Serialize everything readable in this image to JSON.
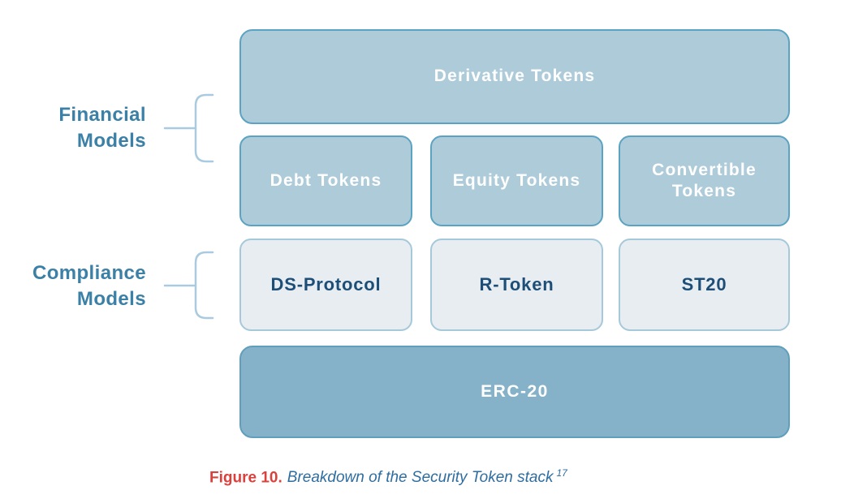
{
  "figure": {
    "caption_label": "Figure 10.",
    "caption_text": "Breakdown of the Security Token stack",
    "caption_footnote": "17"
  },
  "groups": {
    "financial": {
      "line1": "Financial",
      "line2": "Models"
    },
    "compliance": {
      "line1": "Compliance",
      "line2": "Models"
    }
  },
  "stack": {
    "derivative": "Derivative Tokens",
    "financial_tokens": [
      "Debt Tokens",
      "Equity Tokens",
      "Convertible Tokens"
    ],
    "compliance_protocols": [
      "DS-Protocol",
      "R-Token",
      "ST20"
    ],
    "base": "ERC-20"
  },
  "colors": {
    "blue-fill": "#aecbda",
    "blue-border": "#5ba3c2",
    "base-fill": "#85b2c9",
    "base-border": "#609fbc",
    "light-fill": "#e8edf1",
    "light-border": "#a6c8db",
    "navy-text": "#1d4e77",
    "label-teal": "#3b80a6",
    "caption-red": "#d9413c",
    "caption-blue": "#2e6da0",
    "bracket": "#a9cadf",
    "box-text": "#ffffff"
  }
}
